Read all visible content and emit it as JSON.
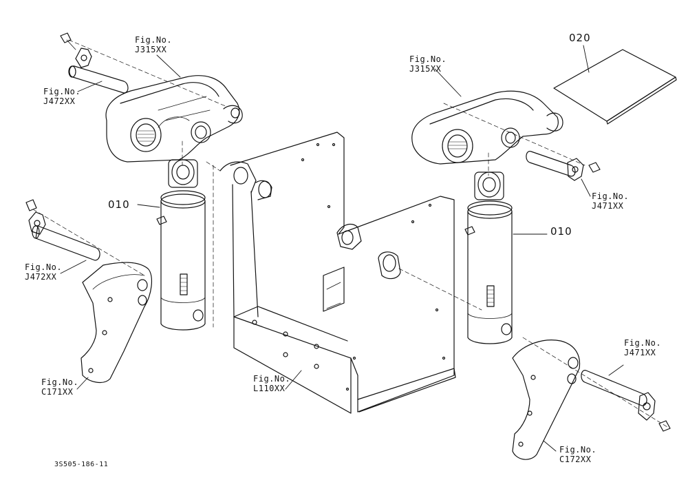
{
  "callouts": {
    "fig_j315_left": {
      "line1": "Fig.No.",
      "line2": "J315XX"
    },
    "fig_j472_top": {
      "line1": "Fig.No.",
      "line2": "J472XX"
    },
    "fig_j472_mid": {
      "line1": "Fig.No.",
      "line2": "J472XX"
    },
    "fig_c171": {
      "line1": "Fig.No.",
      "line2": "C171XX"
    },
    "fig_l110": {
      "line1": "Fig.No.",
      "line2": "L110XX"
    },
    "fig_j315_right": {
      "line1": "Fig.No.",
      "line2": "J315XX"
    },
    "fig_j471_upper": {
      "line1": "Fig.No.",
      "line2": "J471XX"
    },
    "fig_j471_lower": {
      "line1": "Fig.No.",
      "line2": "J471XX"
    },
    "fig_c172": {
      "line1": "Fig.No.",
      "line2": "C172XX"
    }
  },
  "part_numbers": {
    "cyl_left": "010",
    "cyl_right": "010",
    "manual": "020"
  },
  "drawing_code": "3S505-186-11"
}
